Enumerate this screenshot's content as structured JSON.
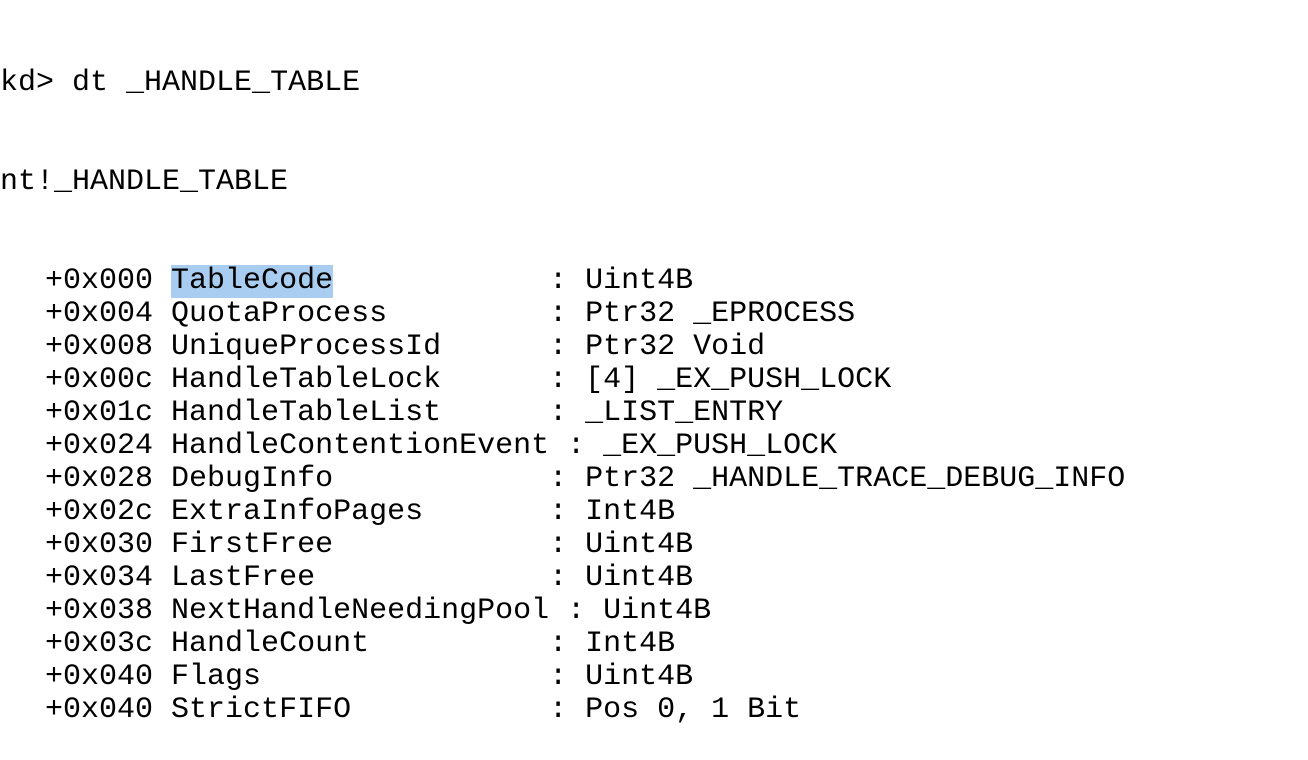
{
  "window": {
    "highlight_color": "#a8cdf0",
    "text_color": "#000000",
    "background_color": "#ffffff"
  },
  "command_line": {
    "prompt": "kd>",
    "command": "dt _HANDLE_TABLE"
  },
  "type_header": "nt!_HANDLE_TABLE",
  "fields": [
    {
      "offset": "+0x000",
      "name": "TableCode",
      "name_padded": "TableCode            ",
      "separator": ": ",
      "type": "Uint4B",
      "selected": true
    },
    {
      "offset": "+0x004",
      "name": "QuotaProcess",
      "name_padded": "QuotaProcess         ",
      "separator": ": ",
      "type": "Ptr32 _EPROCESS",
      "selected": false
    },
    {
      "offset": "+0x008",
      "name": "UniqueProcessId",
      "name_padded": "UniqueProcessId      ",
      "separator": ": ",
      "type": "Ptr32 Void",
      "selected": false
    },
    {
      "offset": "+0x00c",
      "name": "HandleTableLock",
      "name_padded": "HandleTableLock      ",
      "separator": ": ",
      "type": "[4] _EX_PUSH_LOCK",
      "selected": false
    },
    {
      "offset": "+0x01c",
      "name": "HandleTableList",
      "name_padded": "HandleTableList      ",
      "separator": ": ",
      "type": "_LIST_ENTRY",
      "selected": false
    },
    {
      "offset": "+0x024",
      "name": "HandleContentionEvent",
      "name_padded": "HandleContentionEvent ",
      "separator": ": ",
      "type": "_EX_PUSH_LOCK",
      "selected": false
    },
    {
      "offset": "+0x028",
      "name": "DebugInfo",
      "name_padded": "DebugInfo            ",
      "separator": ": ",
      "type": "Ptr32 _HANDLE_TRACE_DEBUG_INFO",
      "selected": false
    },
    {
      "offset": "+0x02c",
      "name": "ExtraInfoPages",
      "name_padded": "ExtraInfoPages       ",
      "separator": ": ",
      "type": "Int4B",
      "selected": false
    },
    {
      "offset": "+0x030",
      "name": "FirstFree",
      "name_padded": "FirstFree            ",
      "separator": ": ",
      "type": "Uint4B",
      "selected": false
    },
    {
      "offset": "+0x034",
      "name": "LastFree",
      "name_padded": "LastFree             ",
      "separator": ": ",
      "type": "Uint4B",
      "selected": false
    },
    {
      "offset": "+0x038",
      "name": "NextHandleNeedingPool",
      "name_padded": "NextHandleNeedingPool ",
      "separator": ": ",
      "type": "Uint4B",
      "selected": false
    },
    {
      "offset": "+0x03c",
      "name": "HandleCount",
      "name_padded": "HandleCount          ",
      "separator": ": ",
      "type": "Int4B",
      "selected": false
    },
    {
      "offset": "+0x040",
      "name": "Flags",
      "name_padded": "Flags                ",
      "separator": ": ",
      "type": "Uint4B",
      "selected": false
    },
    {
      "offset": "+0x040",
      "name": "StrictFIFO",
      "name_padded": "StrictFIFO           ",
      "separator": ": ",
      "type": "Pos 0, 1 Bit",
      "selected": false
    }
  ]
}
